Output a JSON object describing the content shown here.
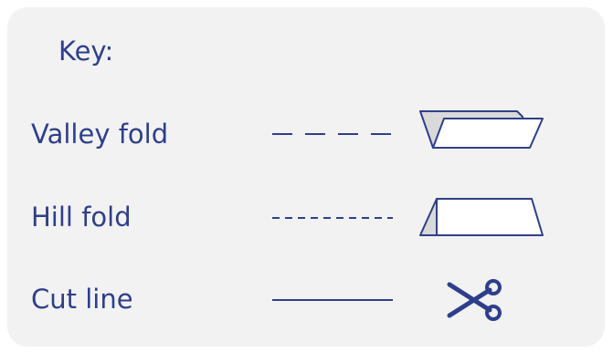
{
  "key": {
    "title": "Key:",
    "rows": [
      {
        "label": "Valley fold",
        "line_style": "long-dash",
        "icon": "valley-fold-icon"
      },
      {
        "label": "Hill fold",
        "line_style": "short-dash",
        "icon": "hill-fold-icon"
      },
      {
        "label": "Cut line",
        "line_style": "solid",
        "icon": "scissors-icon"
      }
    ]
  },
  "colors": {
    "text": "#2e3f8a",
    "panel_background": "#f2f2f2",
    "fold_shading": "#d9d9d9",
    "fold_face": "#ffffff"
  }
}
